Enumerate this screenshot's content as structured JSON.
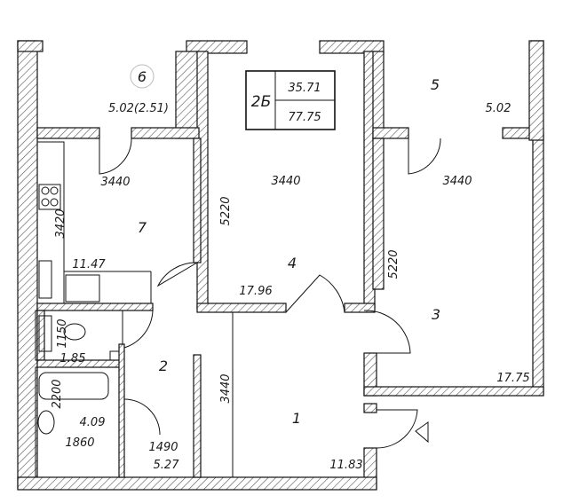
{
  "apartment": {
    "type_label": "2Б",
    "living_area": "35.71",
    "total_area": "77.75"
  },
  "rooms": [
    {
      "id": "1",
      "area": "11.83"
    },
    {
      "id": "2",
      "area": "5.27"
    },
    {
      "id": "3",
      "area": "17.75"
    },
    {
      "id": "4",
      "area": "17.96"
    },
    {
      "id": "5",
      "area": "5.02"
    },
    {
      "id": "6",
      "area": "5.02(2.51)"
    },
    {
      "id": "7",
      "area": "11.47"
    }
  ],
  "wc_area": "1.85",
  "bath_area": "4.09",
  "dimensions": {
    "d3440_left": "3440",
    "d3440_mid": "3440",
    "d3440_right": "3440",
    "d3440_vertical": "3440",
    "d5220_left": "5220",
    "d5220_right": "5220",
    "d3420": "3420",
    "d1150": "1150",
    "d2200": "2200",
    "d1860": "1860",
    "d1490": "1490"
  }
}
